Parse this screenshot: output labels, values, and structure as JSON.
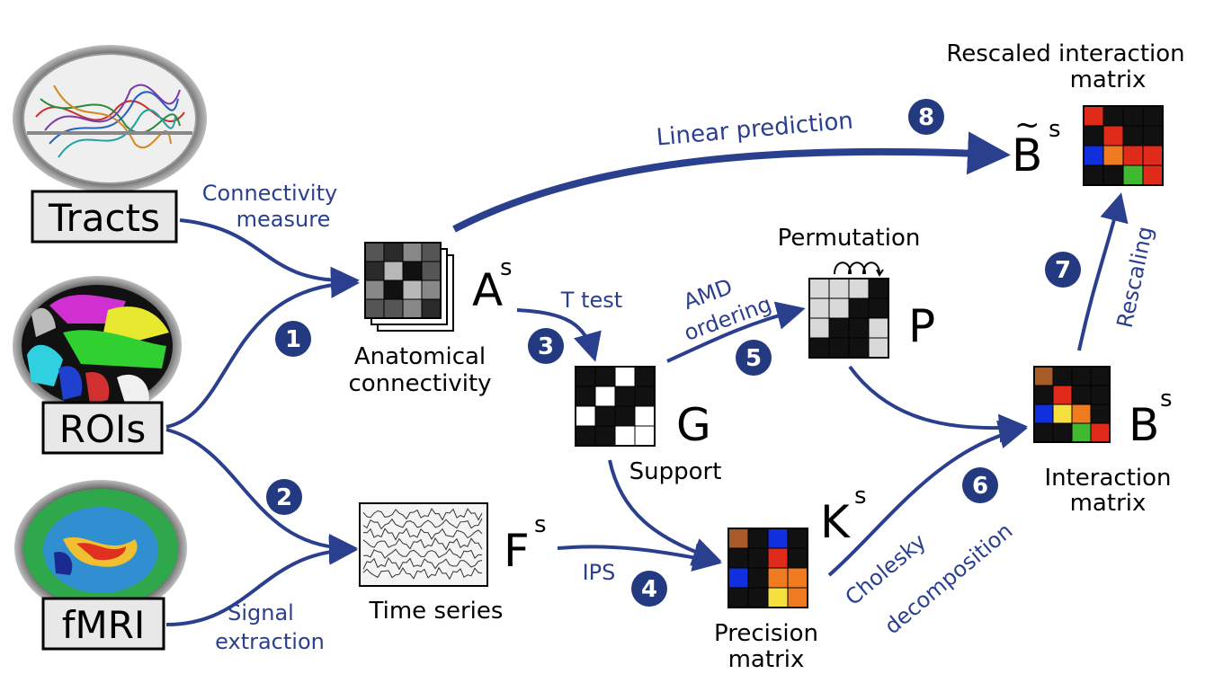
{
  "inputs": {
    "tracts": "Tracts",
    "rois": "ROIs",
    "fmri": "fMRI"
  },
  "edge_labels": {
    "connectivity_measure_1": "Connectivity",
    "connectivity_measure_2": "measure",
    "signal_extraction_1": "Signal",
    "signal_extraction_2": "extraction",
    "t_test": "T test",
    "amd_ordering_1": "AMD",
    "amd_ordering_2": "ordering",
    "ips": "IPS",
    "cholesky_1": "Cholesky",
    "cholesky_2": "decomposition",
    "rescaling": "Rescaling",
    "linear_prediction": "Linear prediction"
  },
  "nodes": {
    "anatomical": {
      "symbol": "A",
      "sup": "s",
      "caption_1": "Anatomical",
      "caption_2": "connectivity"
    },
    "timeseries": {
      "symbol": "F",
      "sup": "s",
      "caption_1": "Time series"
    },
    "support": {
      "symbol": "G",
      "caption_1": "Support"
    },
    "permutation": {
      "symbol": "P",
      "caption_1": "Permutation"
    },
    "precision": {
      "symbol": "K",
      "sup": "s",
      "caption_1": "Precision",
      "caption_2": "matrix"
    },
    "interaction": {
      "symbol": "B",
      "sup": "s",
      "caption_1": "Interaction",
      "caption_2": "matrix"
    },
    "rescaled": {
      "symbol": "B",
      "tilde": "~",
      "sup": "s",
      "caption_1": "Rescaled interaction",
      "caption_2": "matrix"
    }
  },
  "steps": [
    "1",
    "2",
    "3",
    "4",
    "5",
    "6",
    "7",
    "8"
  ],
  "colors": {
    "arrow": "#2b3f8f",
    "step_circle": "#243a80",
    "label_box_bg": "#e8e8e8",
    "matrix_black": "#111111",
    "matrix_light": "#d9d9d9",
    "matrix_red": "#e02a1a",
    "matrix_blue": "#1030e0",
    "matrix_orange": "#f07a20",
    "matrix_yellow": "#f5e040",
    "matrix_green": "#40b830",
    "matrix_brown": "#a85a28"
  }
}
